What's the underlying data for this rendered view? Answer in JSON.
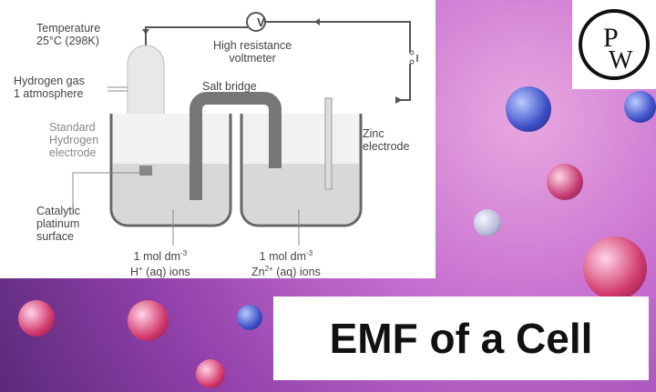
{
  "diagram": {
    "temperature": [
      "Temperature",
      "25°C (298K)"
    ],
    "voltmeter_symbol": "V",
    "voltmeter": [
      "High resistance",
      "voltmeter"
    ],
    "hydrogen_gas": [
      "Hydrogen gas",
      "1 atmosphere"
    ],
    "salt_bridge": "Salt bridge",
    "she": [
      "Standard",
      "Hydrogen",
      "electrode"
    ],
    "zinc": [
      "Zinc",
      "electrode"
    ],
    "platinum": [
      "Catalytic",
      "platinum",
      "surface"
    ],
    "left_solution": {
      "conc": "1 mol dm",
      "exp": "-3",
      "ion": "H",
      "charge": "+",
      "rest": " (aq) ions"
    },
    "right_solution": {
      "conc": "1 mol dm",
      "exp": "-3",
      "ion": "Zn",
      "charge": "2+",
      "rest": " (aq) ions"
    }
  },
  "logo": {
    "text": "PW"
  },
  "title": "EMF of a Cell"
}
